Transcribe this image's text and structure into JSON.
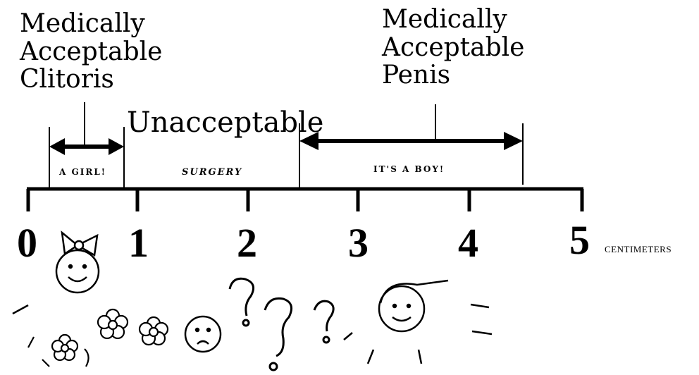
{
  "labels": {
    "clitoris": [
      "Medically",
      "Acceptable",
      "Clitoris"
    ],
    "penis": [
      "Medically",
      "Acceptable",
      "Penis"
    ],
    "unacceptable": "Unacceptable"
  },
  "zones": {
    "girl": "A GIRL!",
    "surgery": "SURGERY",
    "boy": "IT'S A BOY!"
  },
  "scale": {
    "ticks": [
      "0",
      "1",
      "2",
      "3",
      "4",
      "5"
    ],
    "unit": "CENTIMETERS"
  },
  "icons": [
    "girl-face-icon",
    "flower-icon",
    "sad-face-icon",
    "question-mark-icon",
    "boy-face-icon"
  ],
  "colors": {
    "ink": "#000000",
    "background": "#ffffff"
  }
}
